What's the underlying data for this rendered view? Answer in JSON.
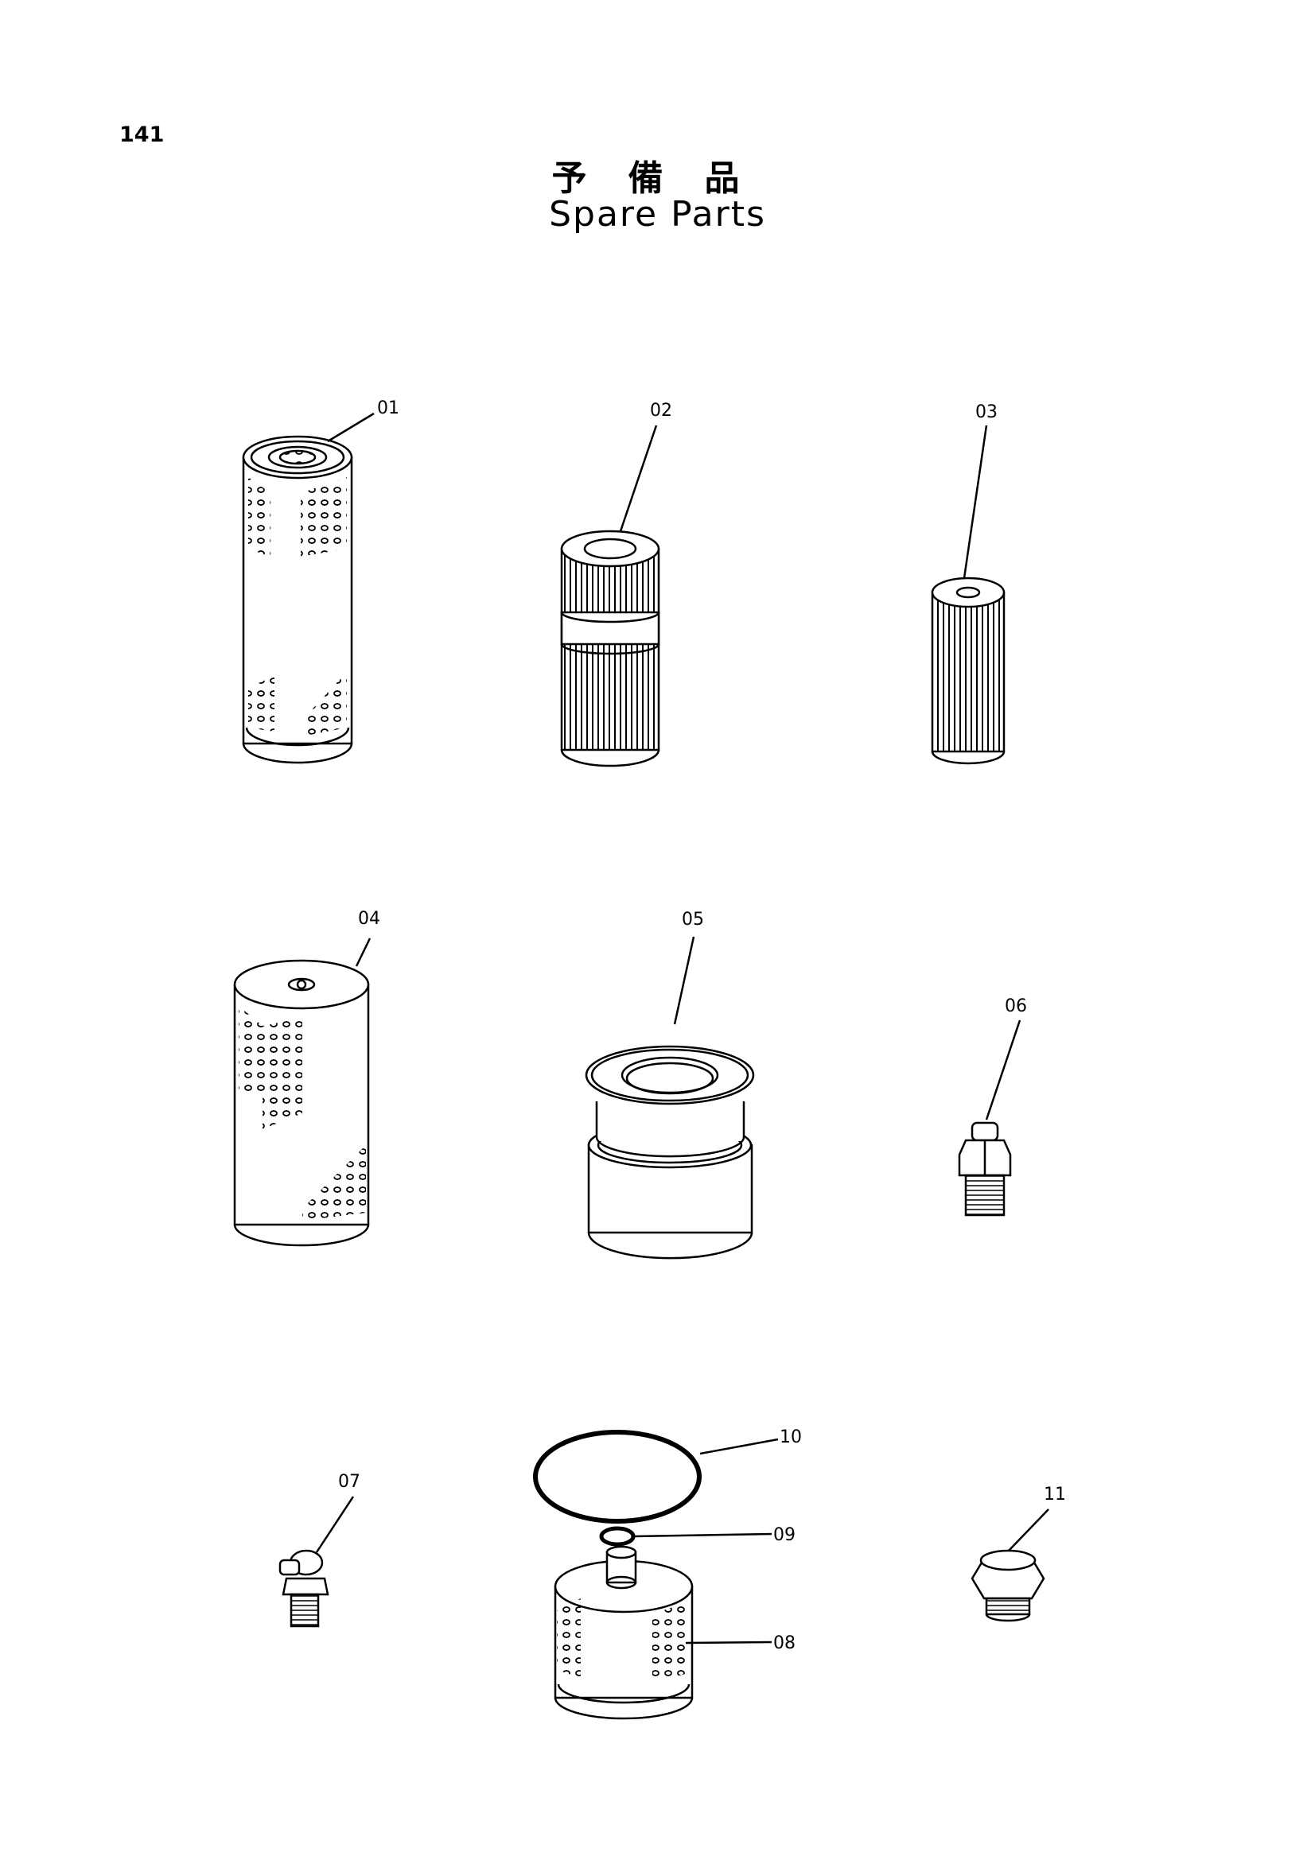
{
  "page": {
    "number": "141",
    "title_jp": "予備品",
    "title_en": "Spare Parts"
  },
  "parts": [
    {
      "id": "01",
      "icon": "perforated-filter-element-icon"
    },
    {
      "id": "02",
      "icon": "pleated-filter-element-icon"
    },
    {
      "id": "03",
      "icon": "small-pleated-filter-icon"
    },
    {
      "id": "04",
      "icon": "cartridge-filter-icon"
    },
    {
      "id": "05",
      "icon": "filter-cup-seal-icon"
    },
    {
      "id": "06",
      "icon": "grease-nipple-icon"
    },
    {
      "id": "07",
      "icon": "angled-grease-nipple-icon"
    },
    {
      "id": "08",
      "icon": "spin-on-filter-icon"
    },
    {
      "id": "09",
      "icon": "small-o-ring-icon"
    },
    {
      "id": "10",
      "icon": "large-o-ring-icon"
    },
    {
      "id": "11",
      "icon": "breather-cap-icon"
    }
  ]
}
